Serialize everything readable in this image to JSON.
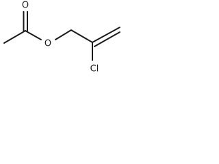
{
  "molecule": {
    "atoms": {
      "carbonyl_oxygen": "O",
      "ester_oxygen": "O",
      "chlorine": "Cl"
    },
    "colors": {
      "bond": "#1a1a1a",
      "label": "#1a1a1a",
      "background": "#ffffff"
    }
  }
}
